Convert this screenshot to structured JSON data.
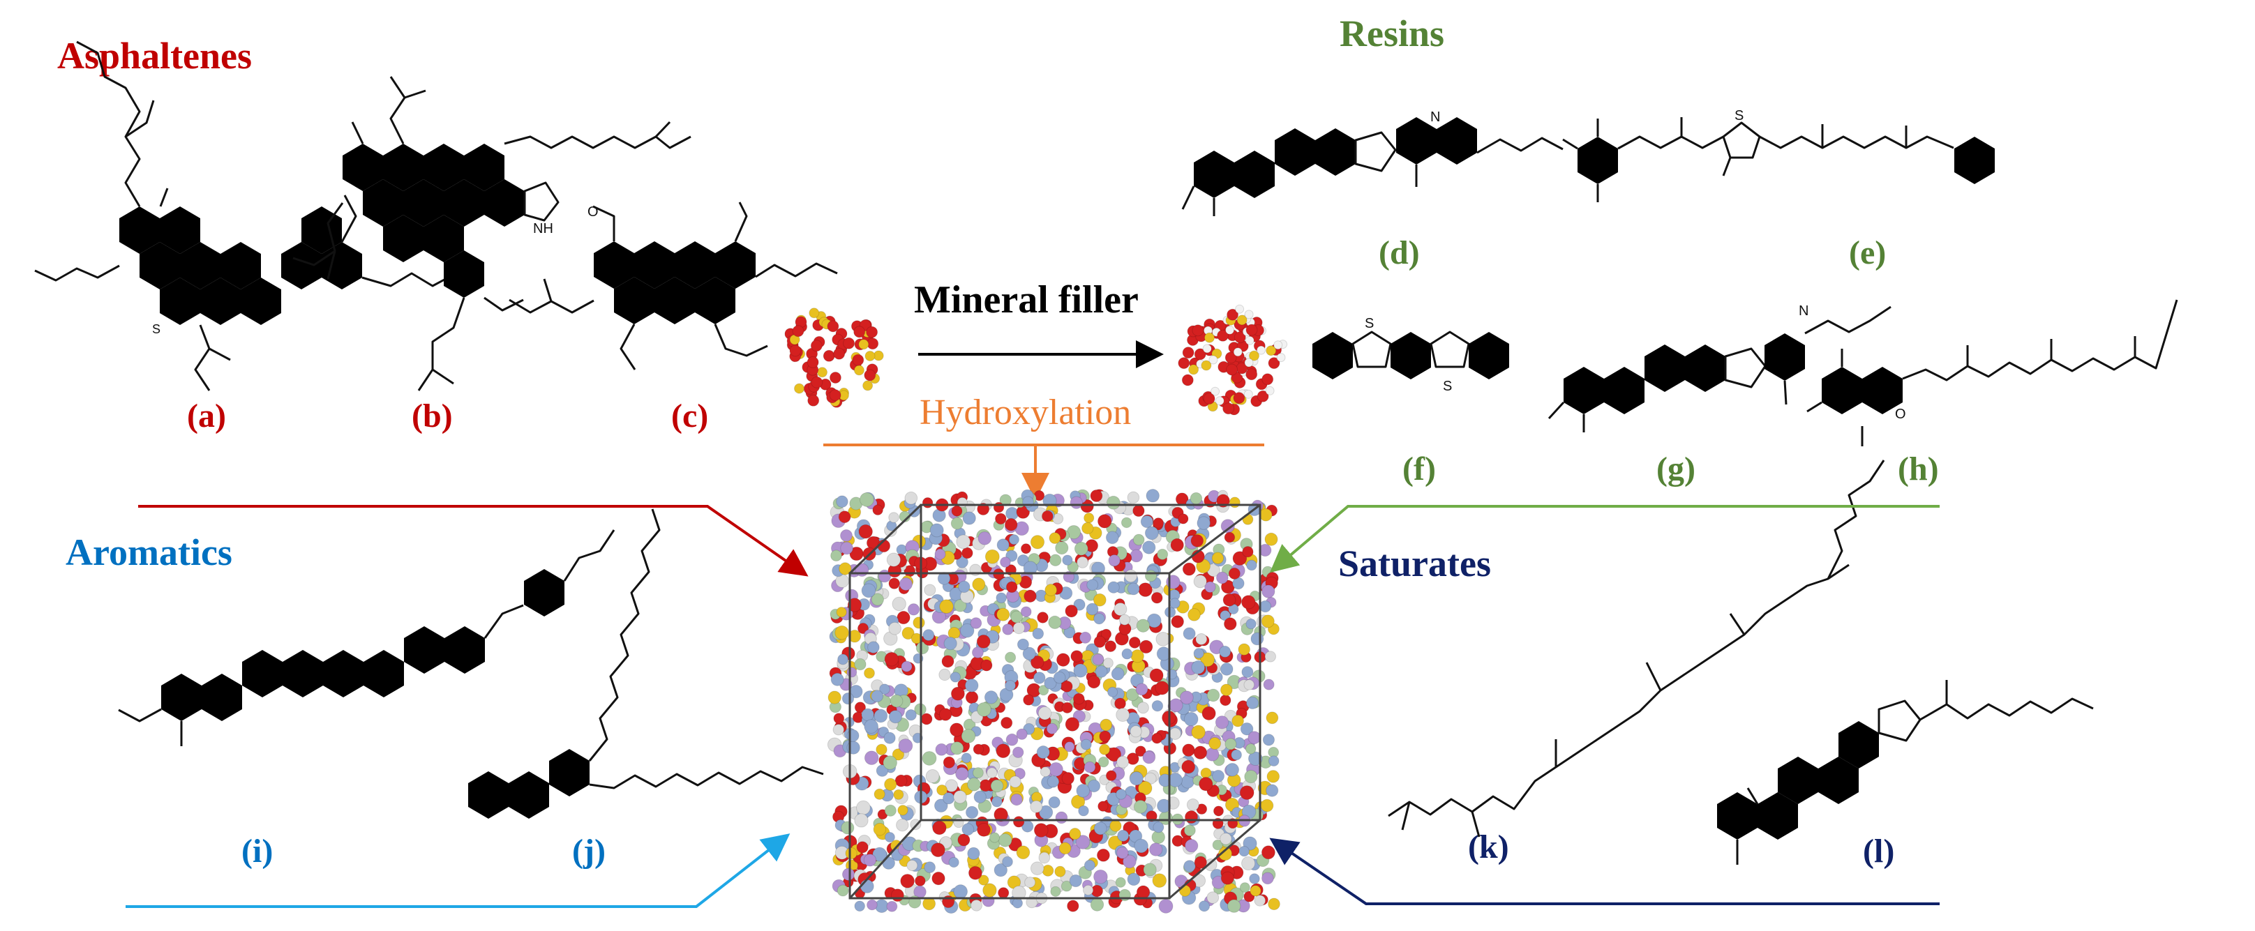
{
  "colors": {
    "asphaltenes": "#c00000",
    "resins": "#548235",
    "aromatics": "#0070c0",
    "saturates": "#0f2167",
    "hydroxylation": "#ed7d31",
    "resins_arrow": "#70ad47",
    "aromatics_arrow": "#1ea7e6",
    "saturates_arrow": "#0f2167",
    "asphaltenes_arrow": "#c00000"
  },
  "groups": {
    "asphaltenes": {
      "title": "Asphaltenes",
      "labels": [
        "(a)",
        "(b)",
        "(c)"
      ]
    },
    "resins": {
      "title": "Resins",
      "labels": [
        "(d)",
        "(e)",
        "(f)",
        "(g)",
        "(h)"
      ]
    },
    "aromatics": {
      "title": "Aromatics",
      "labels": [
        "(i)",
        "(j)"
      ]
    },
    "saturates": {
      "title": "Saturates",
      "labels": [
        "(k)",
        "(l)"
      ]
    }
  },
  "filler": {
    "title": "Mineral filler",
    "process": "Hydroxylation"
  },
  "atoms": {
    "sulfur": "S",
    "nitrogen": "N",
    "oxygen": "O",
    "nh": "NH"
  }
}
